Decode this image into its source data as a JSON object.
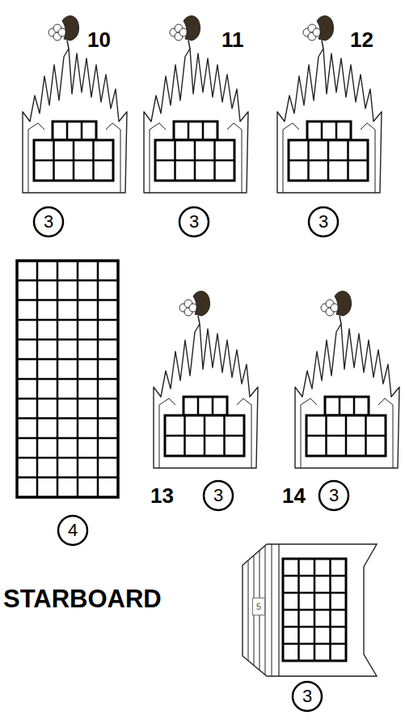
{
  "diagram": {
    "nodes": [
      {
        "text": [
          "3"
        ]
      },
      {
        "text": [
          "3"
        ]
      },
      {
        "text": [
          "3"
        ]
      },
      {
        "text": [
          "3"
        ]
      },
      {
        "text": [
          "3"
        ]
      },
      {
        "text": [
          "4"
        ]
      },
      {
        "text": [
          "5"
        ]
      },
      {
        "text": [
          "3"
        ]
      }
    ],
    "labels": [
      "10",
      "11",
      "12",
      "13",
      "14",
      "STARBOARD"
    ]
  }
}
